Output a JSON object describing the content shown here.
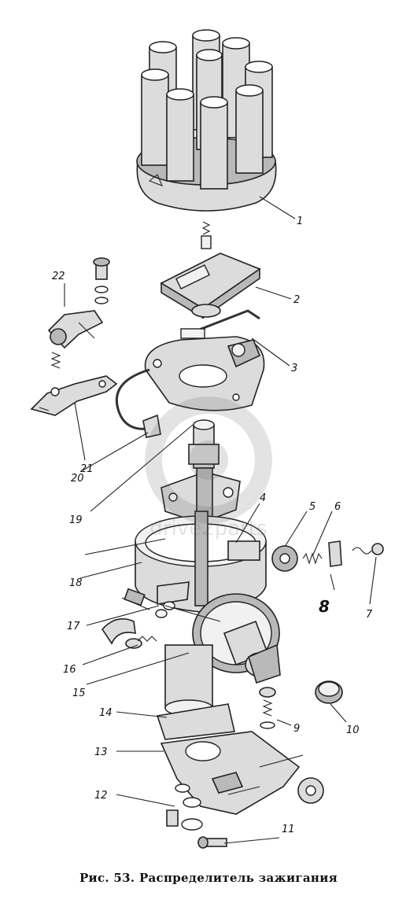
{
  "figure": {
    "caption": "Рис. 53. Распределитель зажигания",
    "labels": [
      {
        "id": "callout-1",
        "text": "1"
      },
      {
        "id": "callout-2",
        "text": "2"
      },
      {
        "id": "callout-3",
        "text": "3"
      },
      {
        "id": "callout-4",
        "text": "4"
      },
      {
        "id": "callout-5",
        "text": "5"
      },
      {
        "id": "callout-6",
        "text": "6"
      },
      {
        "id": "callout-7",
        "text": "7"
      },
      {
        "id": "callout-8",
        "text": "8"
      },
      {
        "id": "callout-9",
        "text": "9"
      },
      {
        "id": "callout-10",
        "text": "10"
      },
      {
        "id": "callout-11",
        "text": "11"
      },
      {
        "id": "callout-12",
        "text": "12"
      },
      {
        "id": "callout-13",
        "text": "13"
      },
      {
        "id": "callout-14",
        "text": "14"
      },
      {
        "id": "callout-15",
        "text": "15"
      },
      {
        "id": "callout-16",
        "text": "16"
      },
      {
        "id": "callout-17",
        "text": "17"
      },
      {
        "id": "callout-18",
        "text": "18"
      },
      {
        "id": "callout-19",
        "text": "19"
      },
      {
        "id": "callout-20",
        "text": "20"
      },
      {
        "id": "callout-21",
        "text": "21"
      },
      {
        "id": "callout-22",
        "text": "22"
      }
    ]
  },
  "watermark": {
    "text": "drive2parts",
    "icon": "gear-logo-icon"
  }
}
